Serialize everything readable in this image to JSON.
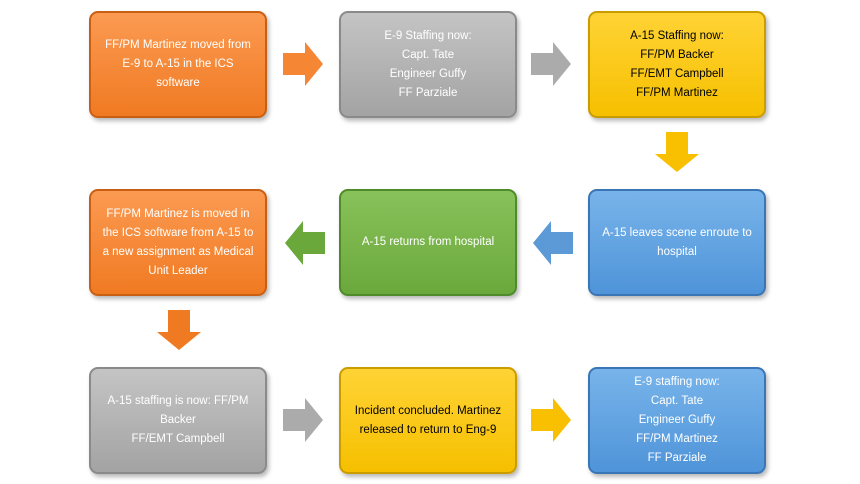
{
  "boxes": {
    "b1": {
      "lines": [
        "FF/PM Martinez moved from E-9 to A-15 in the ICS software"
      ],
      "color": "#f58633"
    },
    "b2": {
      "lines": [
        "E-9 Staffing now:",
        "Capt. Tate",
        "Engineer Guffy",
        "FF Parziale"
      ],
      "color": "#b0b0b0"
    },
    "b3": {
      "lines": [
        "A-15 Staffing now:",
        "FF/PM Backer",
        "FF/EMT Campbell",
        "FF/PM Martinez"
      ],
      "color": "#fac60e"
    },
    "b4": {
      "lines": [
        "A-15 leaves scene enroute to hospital"
      ],
      "color": "#5fa2e0"
    },
    "b5": {
      "lines": [
        "A-15 returns from hospital"
      ],
      "color": "#76b04a"
    },
    "b6": {
      "lines": [
        "FF/PM Martinez is moved in the ICS software from A-15 to a new assignment as Medical Unit Leader"
      ],
      "color": "#f58633"
    },
    "b7": {
      "lines": [
        "A-15 staffing is now: FF/PM Backer",
        "FF/EMT Campbell"
      ],
      "color": "#b0b0b0"
    },
    "b8": {
      "lines": [
        "Incident concluded. Martinez released to return to Eng-9"
      ],
      "color": "#fac60e"
    },
    "b9": {
      "lines": [
        "E-9 staffing now:",
        "Capt. Tate",
        "Engineer Guffy",
        "FF/PM Martinez",
        "FF Parziale"
      ],
      "color": "#5fa2e0"
    }
  },
  "arrows": [
    {
      "dir": "right",
      "color": "#f58633"
    },
    {
      "dir": "right",
      "color": "#ababab"
    },
    {
      "dir": "down",
      "color": "#f8c000"
    },
    {
      "dir": "left",
      "color": "#5b9ad6"
    },
    {
      "dir": "left",
      "color": "#6aa83c"
    },
    {
      "dir": "down",
      "color": "#f07a22"
    },
    {
      "dir": "right",
      "color": "#ababab"
    },
    {
      "dir": "right",
      "color": "#f8c000"
    }
  ]
}
